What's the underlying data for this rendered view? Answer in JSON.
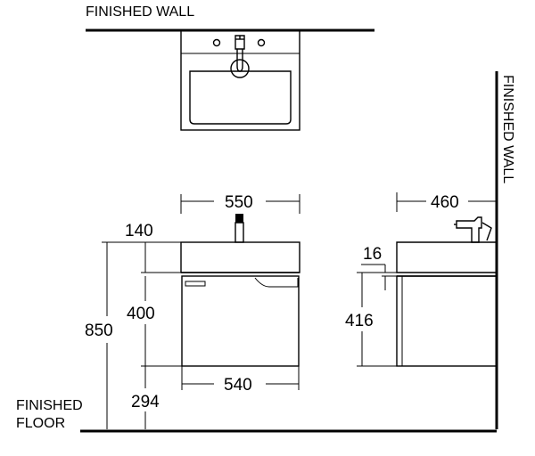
{
  "labels": {
    "finished_wall_top": "FINISHED WALL",
    "finished_wall_side": "FINISHED WALL",
    "finished_floor_line1": "FINISHED",
    "finished_floor_line2": "FLOOR"
  },
  "dimensions": {
    "width_basin": "550",
    "width_cabinet": "540",
    "depth": "460",
    "basin_height": "140",
    "cabinet_height": "400",
    "total_height": "850",
    "floor_clearance": "294",
    "top_thickness": "16",
    "side_cabinet_height": "416"
  }
}
